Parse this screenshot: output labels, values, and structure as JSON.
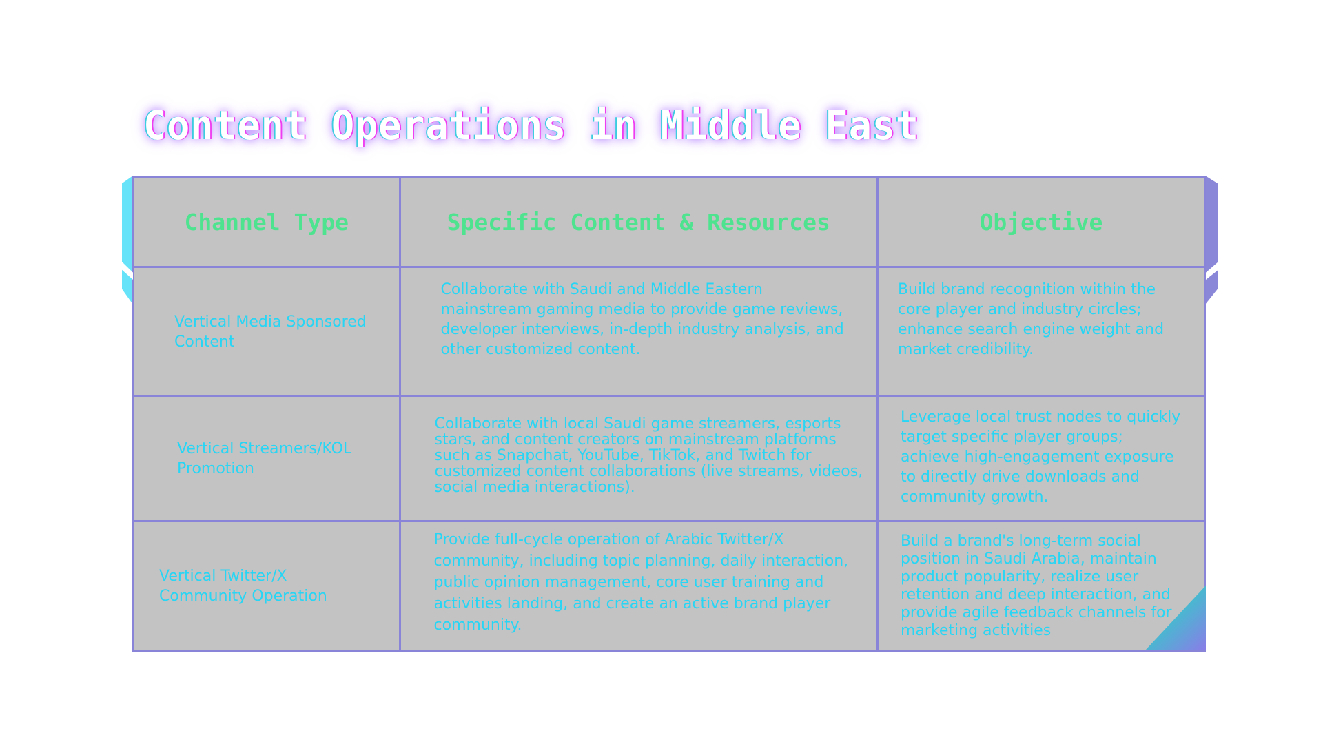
{
  "title": "Content Operations in Middle East",
  "headers": [
    "Channel Type",
    "Specific Content & Resources",
    "Objective"
  ],
  "rows": [
    [
      "Vertical Media Sponsored Content",
      "Collaborate with Saudi and Middle Eastern mainstream gaming media to provide game reviews, developer interviews, in-depth industry analysis, and other customized content.",
      "Build brand recognition within the core player and industry circles; enhance search engine weight and market credibility."
    ],
    [
      "Vertical Streamers/KOL Promotion",
      "Collaborate with local Saudi game streamers, esports stars, and content creators on mainstream platforms such as Snapchat, YouTube, TikTok, and Twitch for customized content collaborations (live streams, videos, social media interactions).",
      "Leverage local trust nodes to quickly target specific player groups; achieve high-engagement exposure to directly drive downloads and community growth."
    ],
    [
      "Vertical Twitter/X Community Operation",
      "Provide full-cycle operation of Arabic Twitter/X community, including topic planning, daily interaction, public opinion management, core user training and activities landing, and create an active brand player community.",
      "Build a brand's long-term social position in Saudi Arabia, maintain product popularity, realize user retention and deep interaction, and provide agile feedback channels for marketing activities"
    ]
  ]
}
